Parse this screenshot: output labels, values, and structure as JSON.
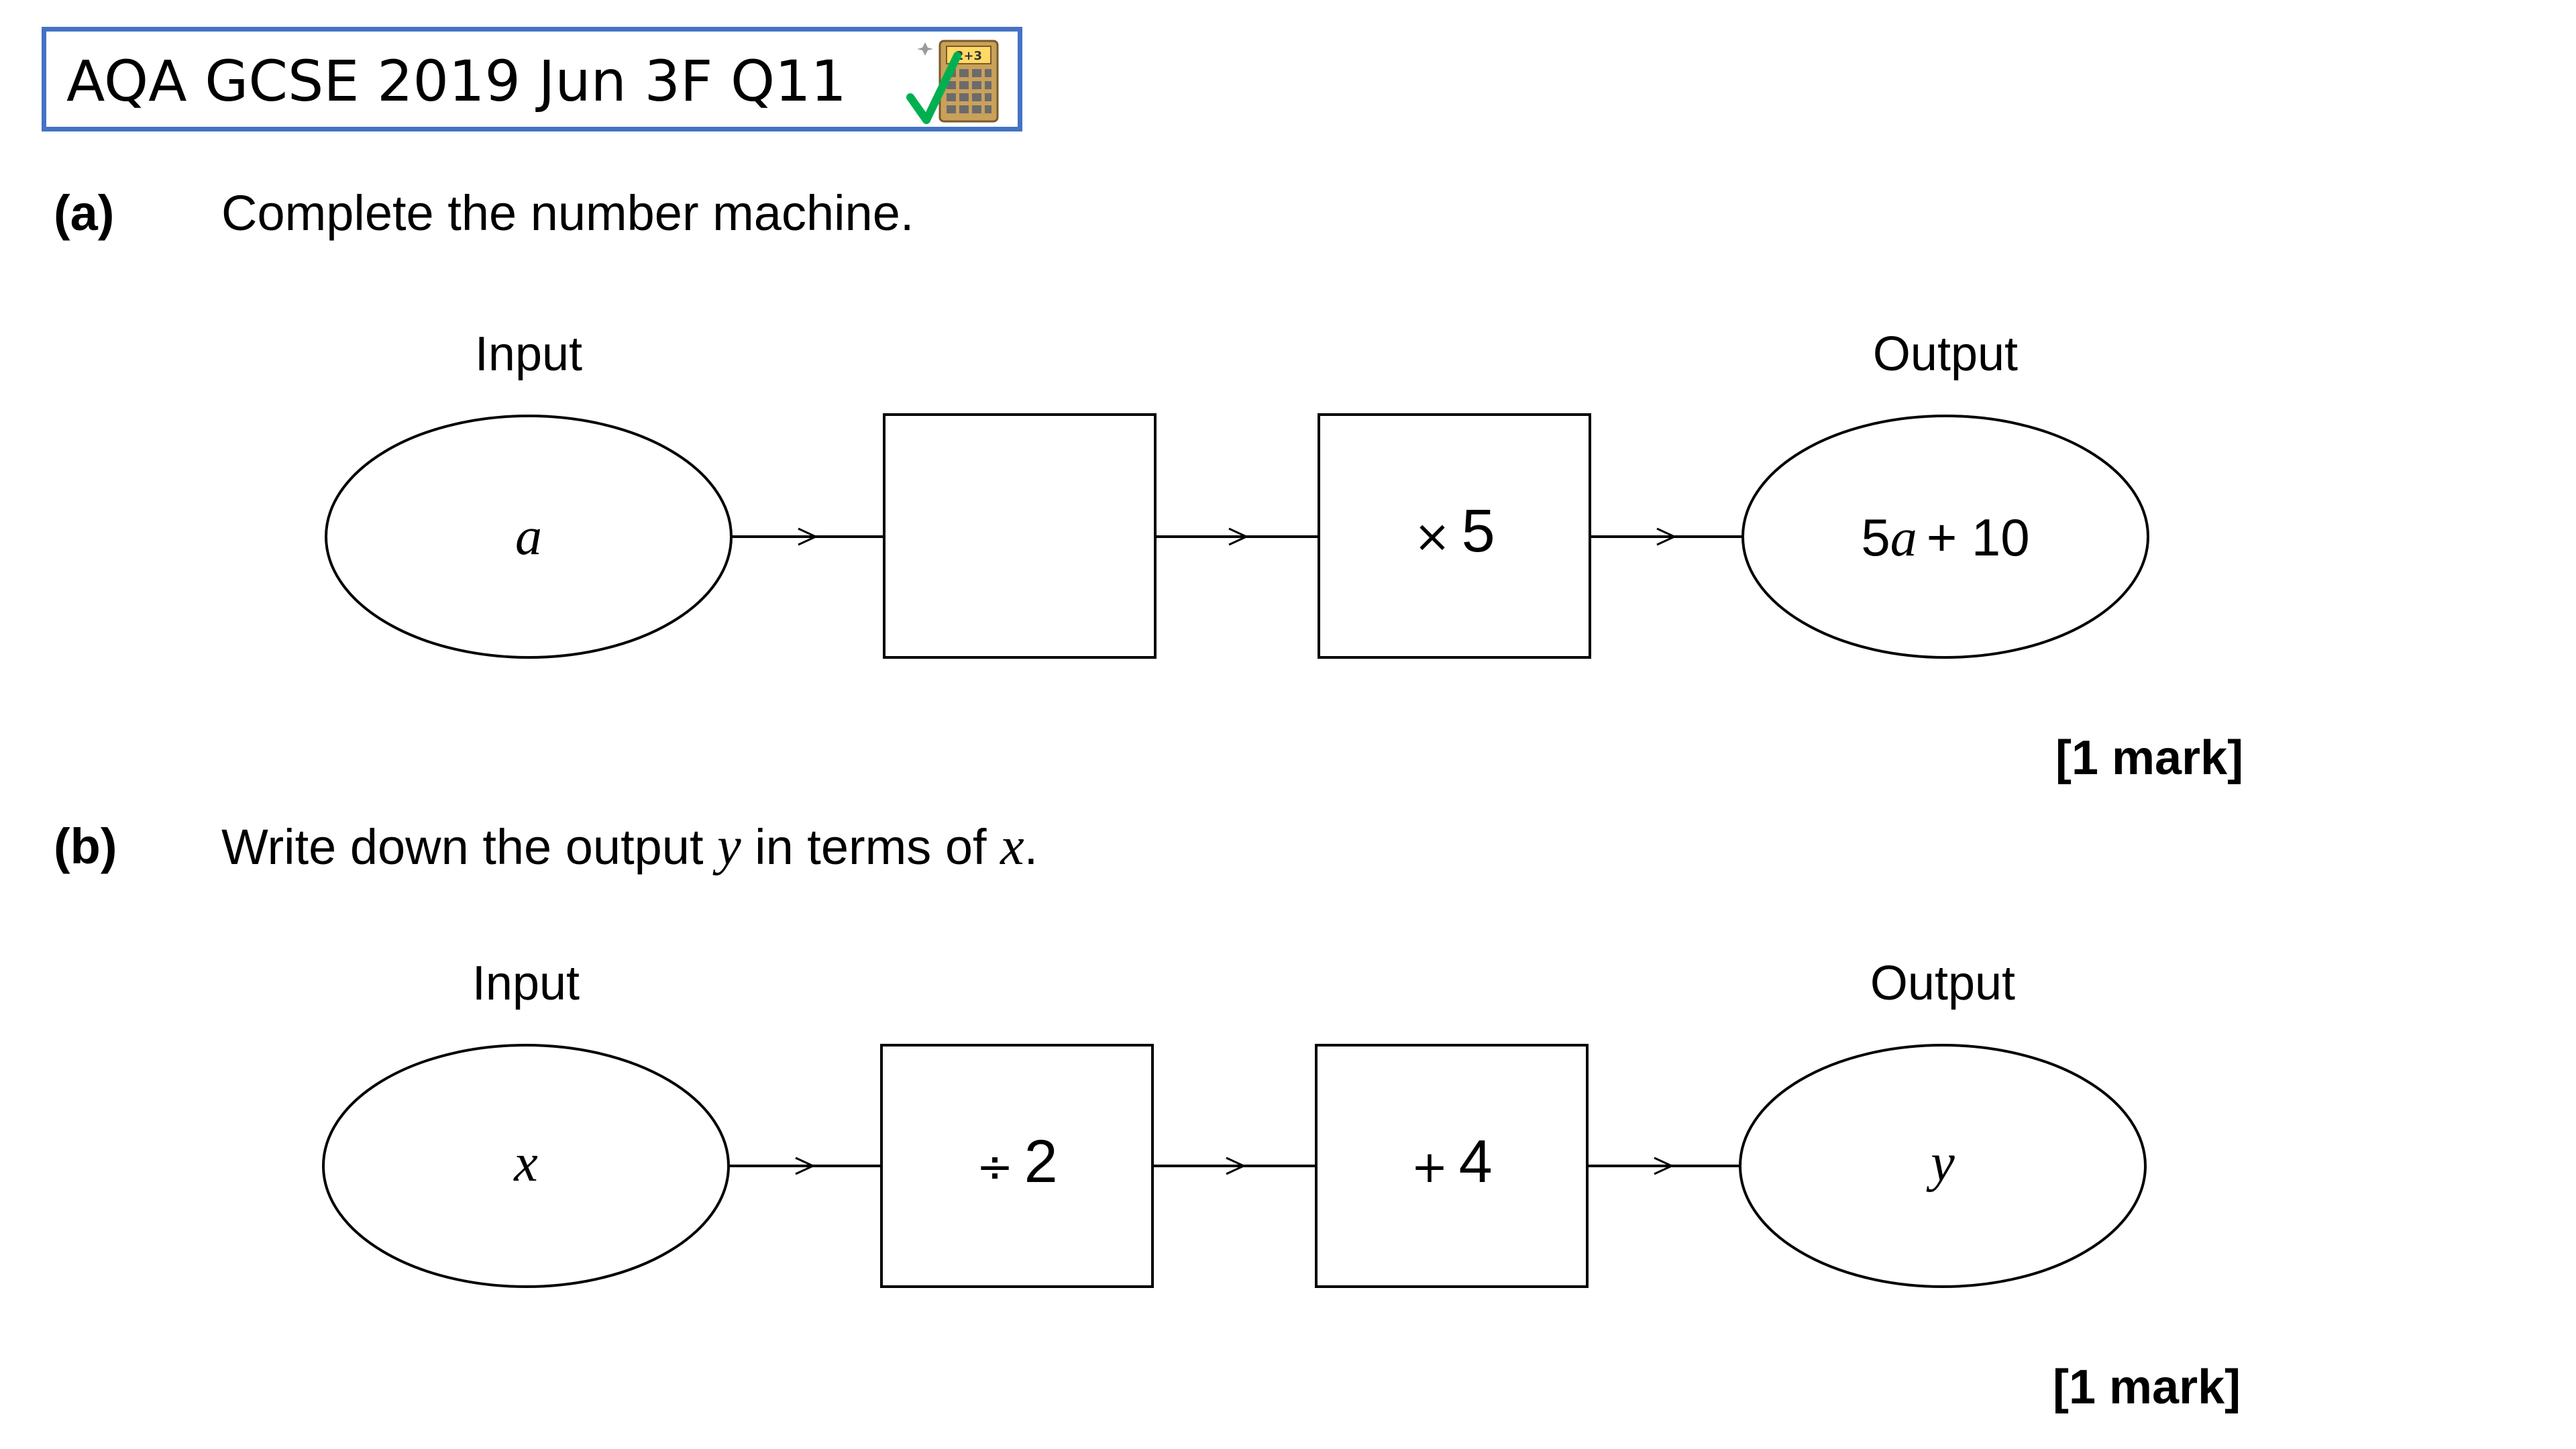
{
  "header": {
    "title": "AQA GCSE 2019 Jun 3F Q11",
    "calculator_icon": "calculator-allowed-icon",
    "calculator_display": "2+3",
    "colors": {
      "border": "#4472c4",
      "check": "#00b050",
      "calculator_body": "#c9a15b",
      "calculator_screen": "#ffd966"
    }
  },
  "part_a": {
    "label": "(a)",
    "question": "Complete the number machine.",
    "input_label": "Input",
    "output_label": "Output",
    "input_value": "a",
    "box1": "",
    "box2_symbol": "×",
    "box2_number": "5",
    "output_coeff": "5",
    "output_var": "a",
    "output_rest": "+ 10",
    "marks": "[1 mark]"
  },
  "part_b": {
    "label": "(b)",
    "question_prefix": "Write down the output",
    "question_var1": "y",
    "question_mid": "in terms of",
    "question_var2": "x",
    "question_suffix": ".",
    "input_label": "Input",
    "output_label": "Output",
    "input_value": "x",
    "box1_symbol": "÷",
    "box1_number": "2",
    "box2_symbol": "+",
    "box2_number": "4",
    "output_value": "y",
    "marks": "[1 mark]"
  }
}
